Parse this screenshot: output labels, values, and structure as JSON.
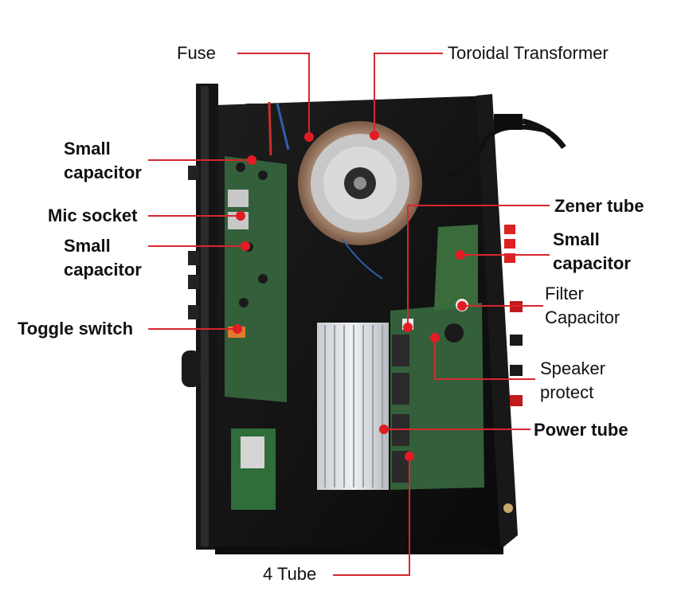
{
  "colors": {
    "leader": "#d8262f",
    "dot": "#e21b24",
    "chassis": "#111111",
    "pcb": "#2f5a2e"
  },
  "labels": {
    "fuse": "Fuse",
    "toroidal_transformer": "Toroidal Transformer",
    "small_capacitor_1": "Small\ncapacitor",
    "mic_socket": "Mic socket",
    "small_capacitor_2": "Small\ncapacitor",
    "toggle_switch": "Toggle switch",
    "zener_tube": "Zener tube",
    "small_capacitor_3": "Small\ncapacitor",
    "filter_capacitor": "Filter\nCapacitor",
    "speaker_protect": "Speaker\nprotect",
    "power_tube": "Power tube",
    "four_tube": "4 Tube"
  }
}
